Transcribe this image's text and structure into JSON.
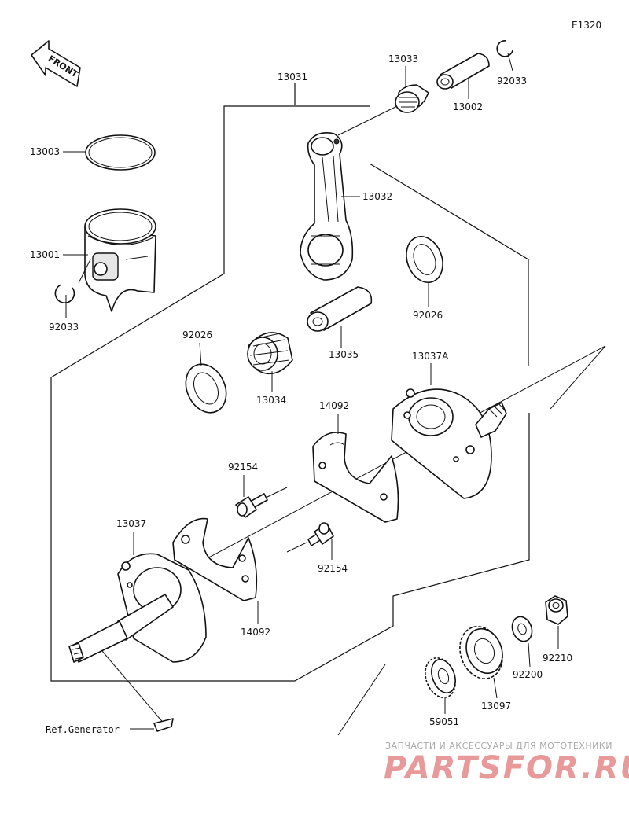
{
  "diagram_code": "E1320",
  "front_label": "FRONT",
  "labels": {
    "p13031": "13031",
    "p13033": "13033",
    "p13002": "13002",
    "p92033_top": "92033",
    "p13003": "13003",
    "p13032": "13032",
    "p13001": "13001",
    "p92033_left": "92033",
    "p92026_right": "92026",
    "p92026_left": "92026",
    "p13035": "13035",
    "p13034": "13034",
    "p13037A": "13037A",
    "p14092_top": "14092",
    "p92154_top": "92154",
    "p13037": "13037",
    "p92154_bottom": "92154",
    "p14092_bottom": "14092",
    "p92210": "92210",
    "p92200": "92200",
    "p13097": "13097",
    "p59051": "59051",
    "ref_generator": "Ref.Generator"
  },
  "watermark": {
    "tagline": "ЗАПЧАСТИ И АКСЕССУАРЫ ДЛЯ МОТОТЕХНИКИ",
    "brand": "PARTSFOR.RU",
    "color": "#e89a9a"
  }
}
